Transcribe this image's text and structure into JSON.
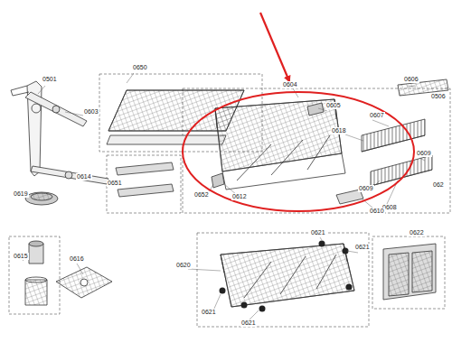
{
  "diagram": {
    "labels": [
      "0501",
      "0603",
      "0650",
      "0651",
      "0614",
      "0619",
      "0652",
      "0604",
      "0605",
      "0606",
      "0506",
      "0607",
      "0618",
      "0609",
      "0609",
      "0608",
      "062",
      "0612",
      "0610",
      "0621",
      "0621",
      "0622",
      "0620",
      "0615",
      "0616",
      "0621",
      "0621"
    ]
  }
}
